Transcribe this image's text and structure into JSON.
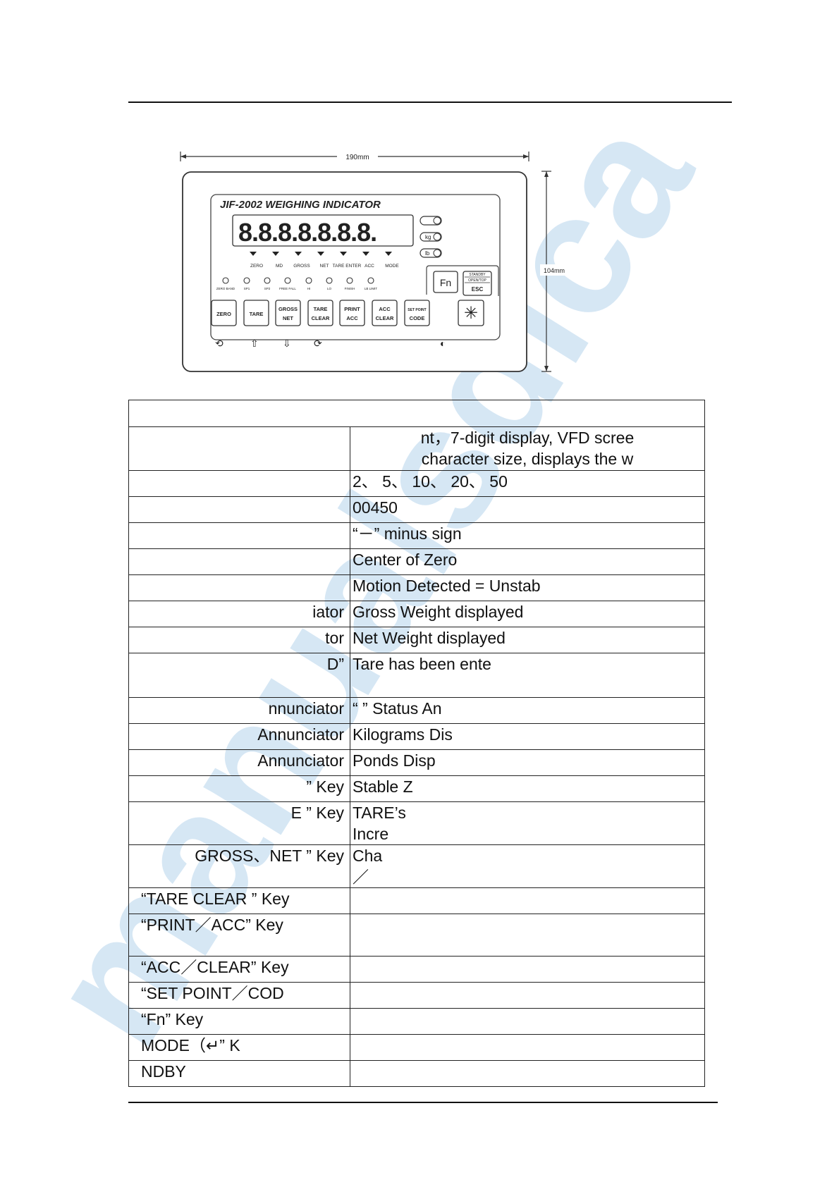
{
  "figure": {
    "width_label": "190mm",
    "height_label": "104mm",
    "brand_title": "JIF-2002   WEIGHING INDICATOR",
    "display_digits": "8.8.8.8.8.8.8.",
    "unit_kg": "kg",
    "unit_lb": "lb",
    "annunciators": [
      "ZERO",
      "MD",
      "GROSS",
      "NET",
      "TARE ENTER",
      "ACC",
      "MODE"
    ],
    "leds": [
      "ZERO BAND",
      "SP1",
      "SP2",
      "FREE FALL",
      "HI",
      "LO",
      "FINISH",
      "LB LIMIT"
    ],
    "fn_key": "Fn",
    "esc_key_top": "STANDBY",
    "esc_key_mid": "OPEN/TOP",
    "esc_key": "ESC",
    "keys": [
      {
        "top": "ZERO",
        "bottom": ""
      },
      {
        "top": "TARE",
        "bottom": ""
      },
      {
        "top": "GROSS",
        "bottom": "NET"
      },
      {
        "top": "TARE",
        "bottom": "CLEAR"
      },
      {
        "top": "PRINT",
        "bottom": "ACC"
      },
      {
        "top": "ACC",
        "bottom": "CLEAR"
      },
      {
        "top": "SET POINT",
        "bottom": "CODE"
      }
    ],
    "star_key": "✳"
  },
  "table": {
    "header": "",
    "rows": [
      {
        "name": "",
        "value": "nt，7-digit display, VFD scree\ncharacter size, displays the w",
        "name_align": "right"
      },
      {
        "name": "",
        "value": "  2、 5、 10、 20、 50",
        "name_align": "right"
      },
      {
        "name": "",
        "value": "   00450",
        "name_align": "right"
      },
      {
        "name": "",
        "value": " “－” minus sign",
        "name_align": "right"
      },
      {
        "name": "",
        "value": "Center of Zero",
        "name_align": "right"
      },
      {
        "name": "",
        "value": "Motion Detected = Unstab",
        "name_align": "right"
      },
      {
        "name": "iator",
        "value": "Gross Weight displayed",
        "name_align": "right"
      },
      {
        "name": "tor",
        "value": "Net Weight displayed",
        "name_align": "right"
      },
      {
        "name": "D”",
        "value": "Tare has been ente",
        "name_align": "right"
      },
      {
        "name": "nnunciator",
        "value": "“      ” Status An",
        "name_align": "right"
      },
      {
        "name": "Annunciator",
        "value": "Kilograms Dis",
        "name_align": "right"
      },
      {
        "name": "  Annunciator",
        "value": "Ponds Disp",
        "name_align": "right"
      },
      {
        "name": "  ”  Key",
        "value": "Stable Z",
        "name_align": "right"
      },
      {
        "name": "E    ”  Key",
        "value": "TARE’s\nIncre",
        "name_align": "right"
      },
      {
        "name": "GROSS、NET    ”  Key",
        "value": "Cha\n／",
        "name_align": "right"
      },
      {
        "name": "“TARE CLEAR    ”  Key",
        "value": "",
        "name_align": "left"
      },
      {
        "name": "“PRINT／ACC”  Key",
        "value": "",
        "name_align": "left"
      },
      {
        "name": "“ACC／CLEAR”  Key",
        "value": "",
        "name_align": "left"
      },
      {
        "name": "“SET POINT／COD",
        "value": "",
        "name_align": "left"
      },
      {
        "name": "“Fn”  Key",
        "value": "",
        "name_align": "left"
      },
      {
        "name": "MODE（↵”  K",
        "value": "",
        "name_align": "left"
      },
      {
        "name": "NDBY",
        "value": "",
        "name_align": "left"
      }
    ]
  },
  "watermark": {
    "text": "manualsdica",
    "color": "#cfe3f3"
  }
}
